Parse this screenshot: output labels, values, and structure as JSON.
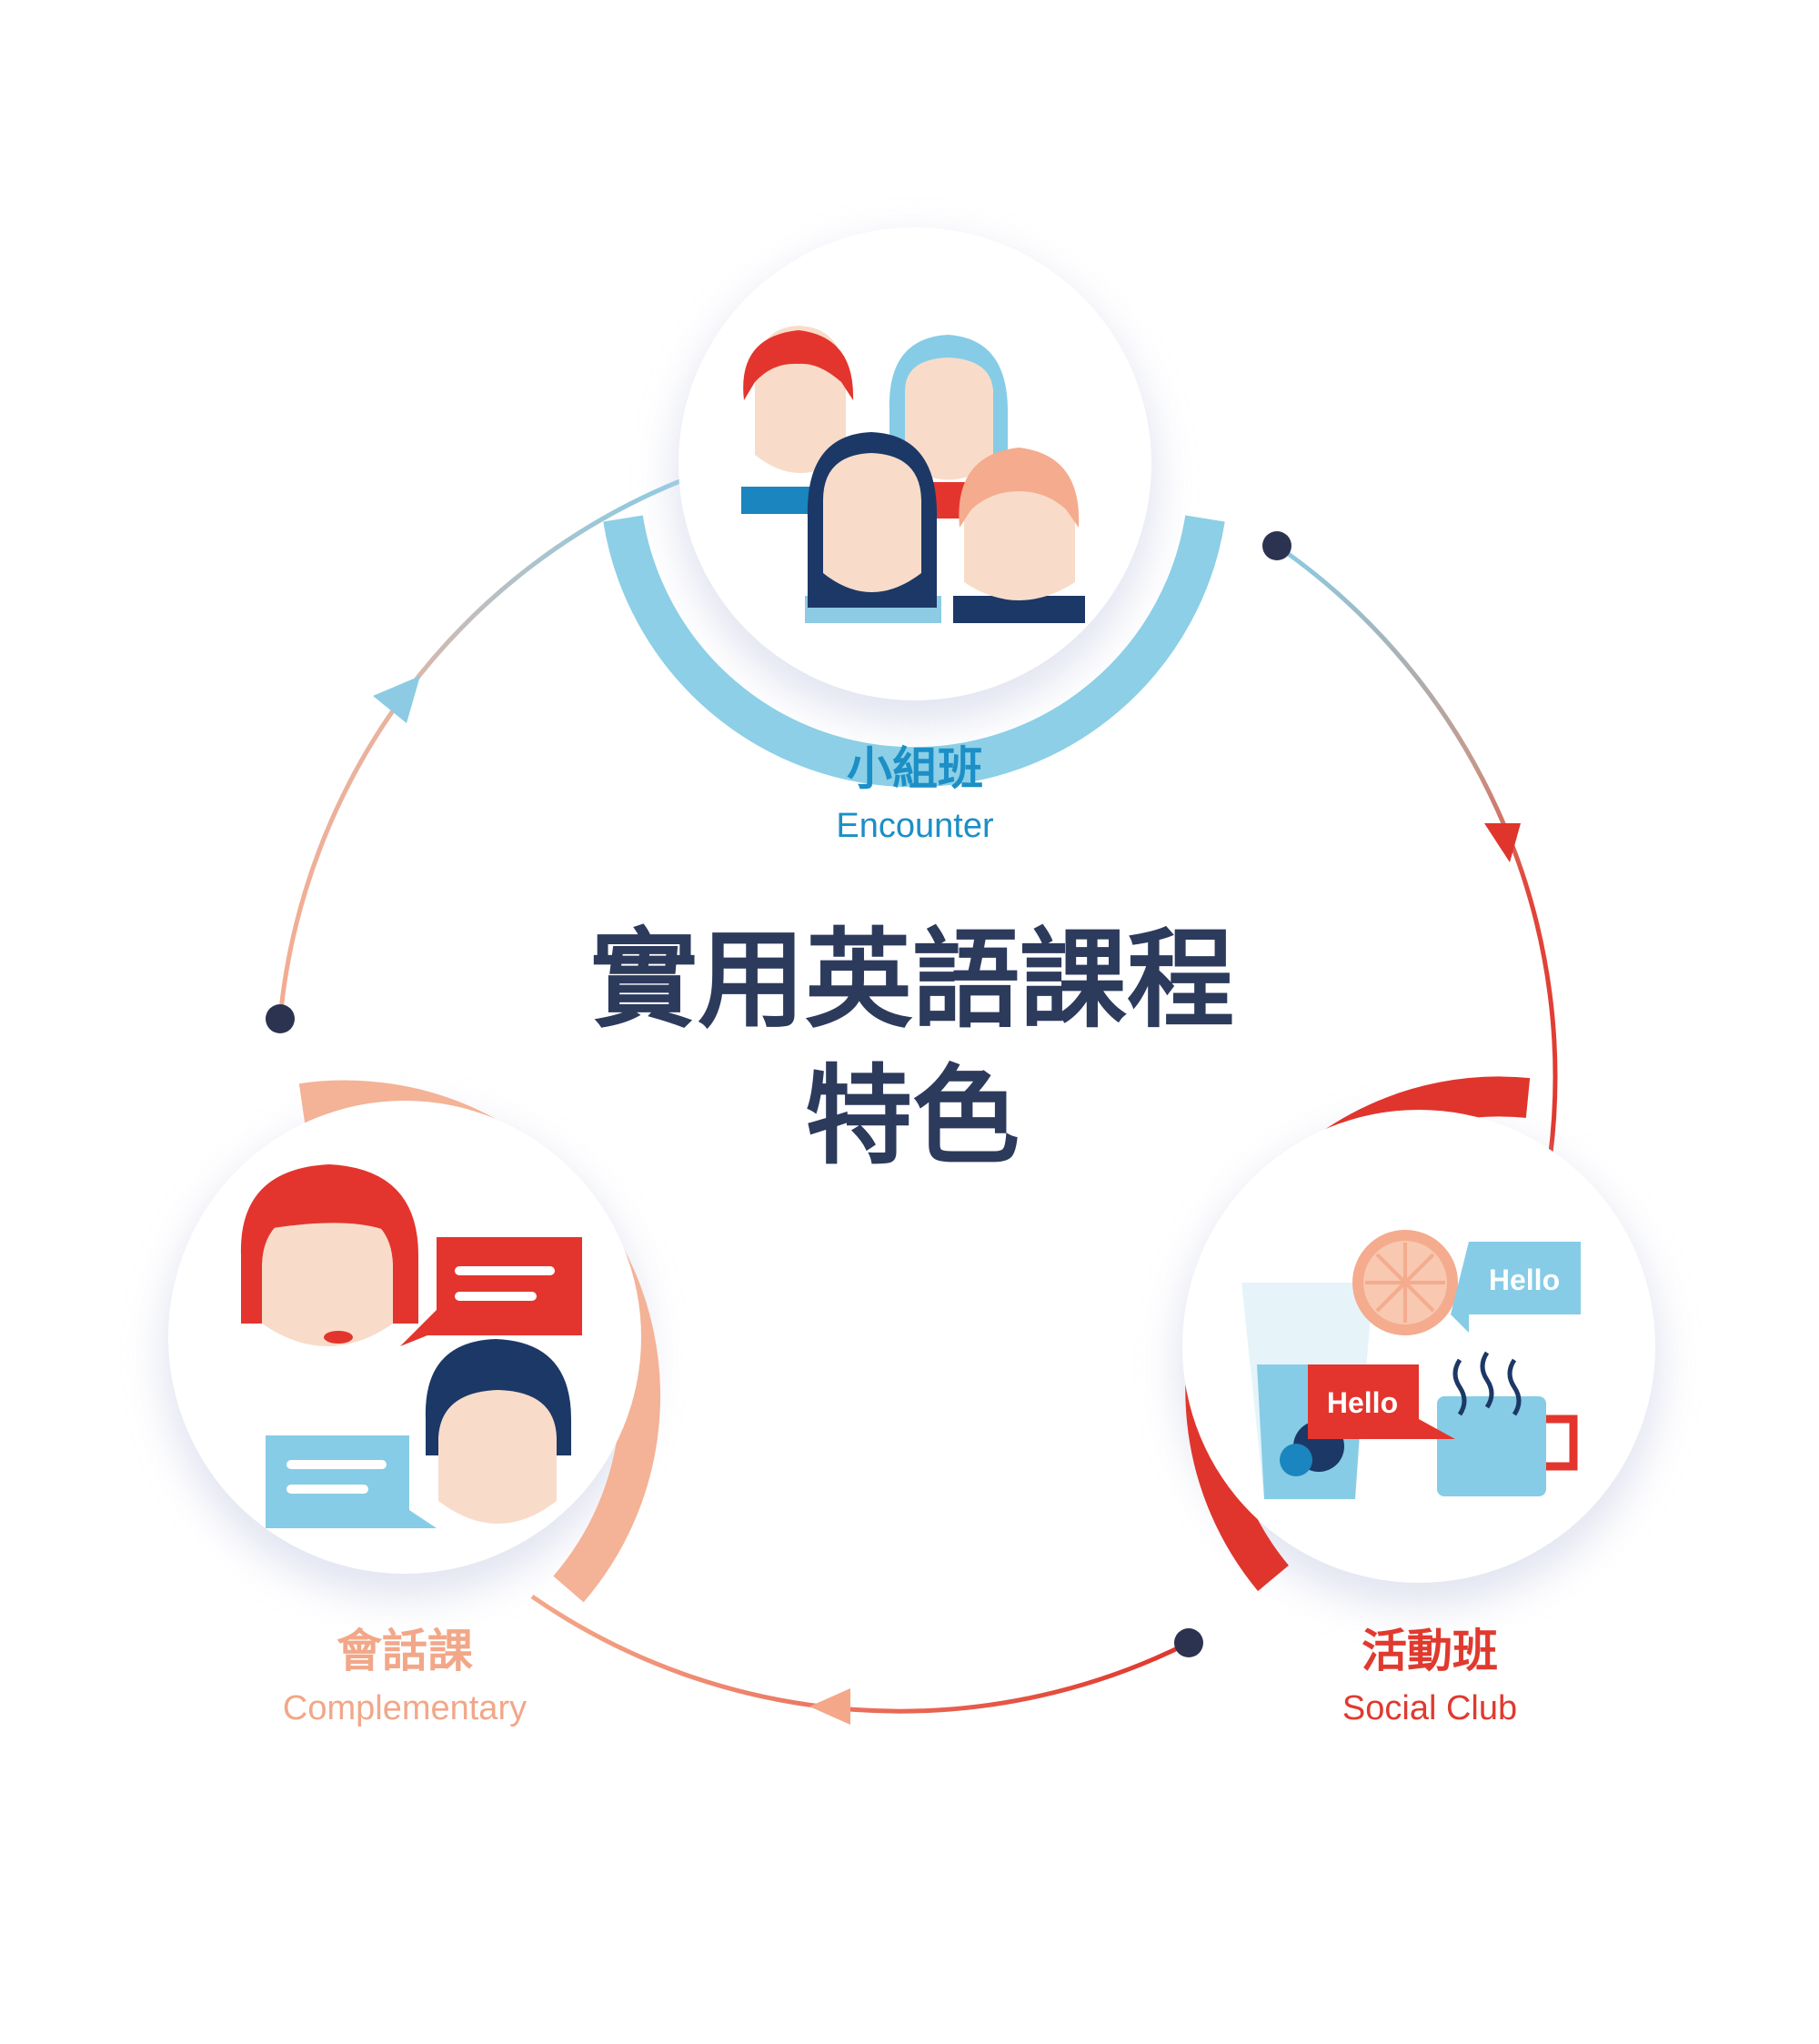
{
  "title": {
    "line1": "實用英語課程",
    "line2": "特色"
  },
  "nodes": [
    {
      "id": "encounter",
      "name_cn": "小組班",
      "name_en": "Encounter",
      "color": "#1c8fc6",
      "ring_color": "#8ccfe6",
      "icon": "group-of-people-icon"
    },
    {
      "id": "social-club",
      "name_cn": "活動班",
      "name_en": "Social Club",
      "color": "#e03a2f",
      "ring_color": "#e0352c",
      "icon": "drinks-and-chat-icon",
      "bubbles": [
        "Hello",
        "Hello"
      ]
    },
    {
      "id": "complementary",
      "name_cn": "會話課",
      "name_en": "Complementary",
      "color": "#f2a788",
      "ring_color": "#f4b296",
      "icon": "conversation-icon"
    }
  ],
  "colors": {
    "title": "#2c3a5c",
    "dot": "#2c3350",
    "navy": "#1c3866",
    "skin": "#f8dcc9",
    "skin_shade": "#f1cbb3",
    "red": "#e3352d",
    "blue_light": "#86cce6",
    "peach": "#f2a788"
  }
}
